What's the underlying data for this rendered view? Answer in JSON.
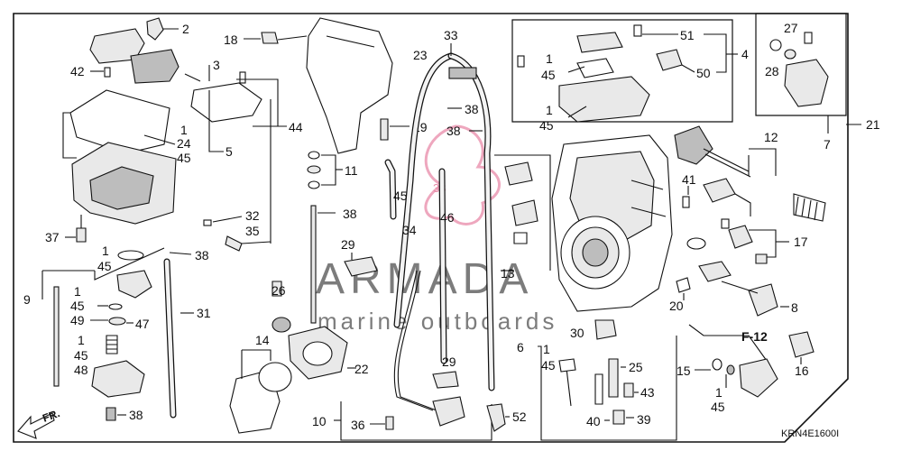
{
  "diagram": {
    "code": "KRN4E1600I",
    "frame_ref": "F-12",
    "direction": "FR."
  },
  "watermark": {
    "brand": "ARMADA",
    "tagline": "marine outboards",
    "logo_text": "38"
  },
  "callouts": [
    {
      "id": "p2a",
      "text": "2"
    },
    {
      "id": "p42",
      "text": "42"
    },
    {
      "id": "p3",
      "text": "3"
    },
    {
      "id": "p1a",
      "text": "1"
    },
    {
      "id": "p24",
      "text": "24"
    },
    {
      "id": "p45a",
      "text": "45"
    },
    {
      "id": "p5",
      "text": "5"
    },
    {
      "id": "p44",
      "text": "44"
    },
    {
      "id": "p18",
      "text": "18"
    },
    {
      "id": "p23",
      "text": "23"
    },
    {
      "id": "p33",
      "text": "33"
    },
    {
      "id": "p38a",
      "text": "38"
    },
    {
      "id": "p38b",
      "text": "38"
    },
    {
      "id": "p19",
      "text": "19"
    },
    {
      "id": "p11",
      "text": "11"
    },
    {
      "id": "p38c",
      "text": "38"
    },
    {
      "id": "p32",
      "text": "32"
    },
    {
      "id": "p35",
      "text": "35"
    },
    {
      "id": "p45b",
      "text": "45"
    },
    {
      "id": "p46",
      "text": "46"
    },
    {
      "id": "p34",
      "text": "34"
    },
    {
      "id": "p38d",
      "text": "38"
    },
    {
      "id": "p37",
      "text": "37"
    },
    {
      "id": "p1b",
      "text": "1"
    },
    {
      "id": "p45c",
      "text": "45"
    },
    {
      "id": "p29a",
      "text": "29"
    },
    {
      "id": "p9",
      "text": "9"
    },
    {
      "id": "p1c",
      "text": "1"
    },
    {
      "id": "p45d",
      "text": "45"
    },
    {
      "id": "p49",
      "text": "49"
    },
    {
      "id": "p47",
      "text": "47"
    },
    {
      "id": "p1d",
      "text": "1"
    },
    {
      "id": "p45e",
      "text": "45"
    },
    {
      "id": "p48",
      "text": "48"
    },
    {
      "id": "p38e",
      "text": "38"
    },
    {
      "id": "p31",
      "text": "31"
    },
    {
      "id": "p26",
      "text": "26"
    },
    {
      "id": "p14",
      "text": "14"
    },
    {
      "id": "p22",
      "text": "22"
    },
    {
      "id": "p10",
      "text": "10"
    },
    {
      "id": "p36",
      "text": "36"
    },
    {
      "id": "p13",
      "text": "13"
    },
    {
      "id": "p29b",
      "text": "29"
    },
    {
      "id": "p52",
      "text": "52"
    },
    {
      "id": "p6",
      "text": "6"
    },
    {
      "id": "p1e",
      "text": "1"
    },
    {
      "id": "p45f",
      "text": "45"
    },
    {
      "id": "p25",
      "text": "25"
    },
    {
      "id": "p43",
      "text": "43"
    },
    {
      "id": "p40",
      "text": "40"
    },
    {
      "id": "p39",
      "text": "39"
    },
    {
      "id": "p30",
      "text": "30"
    },
    {
      "id": "p51",
      "text": "51"
    },
    {
      "id": "p1f",
      "text": "1"
    },
    {
      "id": "p45g",
      "text": "45"
    },
    {
      "id": "p50",
      "text": "50"
    },
    {
      "id": "p4",
      "text": "4"
    },
    {
      "id": "p1g",
      "text": "1"
    },
    {
      "id": "p45h",
      "text": "45"
    },
    {
      "id": "p27",
      "text": "27"
    },
    {
      "id": "p28",
      "text": "28"
    },
    {
      "id": "p7",
      "text": "7"
    },
    {
      "id": "p21",
      "text": "21"
    },
    {
      "id": "p12",
      "text": "12"
    },
    {
      "id": "p41",
      "text": "41"
    },
    {
      "id": "p17",
      "text": "17"
    },
    {
      "id": "p20",
      "text": "20"
    },
    {
      "id": "p8",
      "text": "8"
    },
    {
      "id": "p15",
      "text": "15"
    },
    {
      "id": "p1h",
      "text": "1"
    },
    {
      "id": "p45i",
      "text": "45"
    },
    {
      "id": "p16",
      "text": "16"
    }
  ]
}
